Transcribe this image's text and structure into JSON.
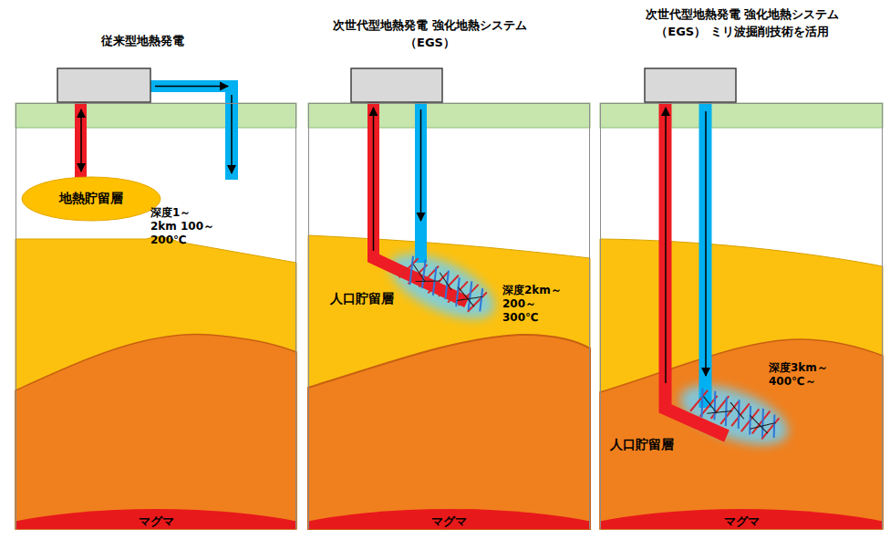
{
  "diagram": {
    "nodes": [
      {
        "text": [
          "従来型地熱発電"
        ]
      },
      {
        "text": [
          "地熱貯留層"
        ],
        "in": 0
      },
      {
        "text": [
          "マグマ"
        ],
        "in": 0
      },
      {
        "text": [
          "次世代型地熱発電 強化地熱システム（EGS）"
        ]
      },
      {
        "text": [
          "マグマ"
        ],
        "in": 3
      },
      {
        "text": [
          "次世代型地熱発電 強化地熱システム（EGS） ミリ波掘削技術を活用"
        ]
      },
      {
        "text": [
          "マグマ"
        ],
        "in": 5
      }
    ],
    "labels": [
      "深度1～2km 100～200℃",
      "人口貯留層",
      "深度2km～ 200～300℃",
      "人口貯留層",
      "深度3km～ 400℃～"
    ]
  }
}
